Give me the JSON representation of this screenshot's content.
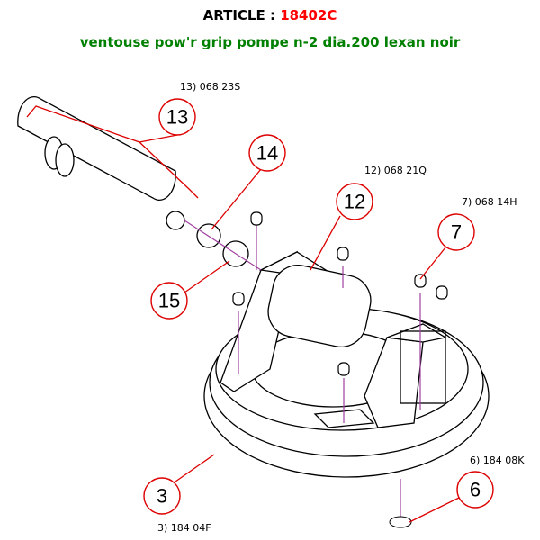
{
  "header": {
    "article_label": "ARTICLE :",
    "article_number": "18402C"
  },
  "description": "ventouse pow'r grip pompe n-2 dia.200 lexan noir",
  "parts": [
    {
      "callout": "13",
      "reference": "13) 068 23S"
    },
    {
      "callout": "14",
      "reference": ""
    },
    {
      "callout": "12",
      "reference": "12) 068 21Q"
    },
    {
      "callout": "7",
      "reference": "7) 068 14H"
    },
    {
      "callout": "15",
      "reference": ""
    },
    {
      "callout": "3",
      "reference": "3) 184 04F"
    },
    {
      "callout": "6",
      "reference": "6) 184 08K"
    }
  ],
  "colors": {
    "callout": "#dd0000",
    "title_number": "#ff0000",
    "description": "#008000",
    "guide": "#a040a0"
  }
}
